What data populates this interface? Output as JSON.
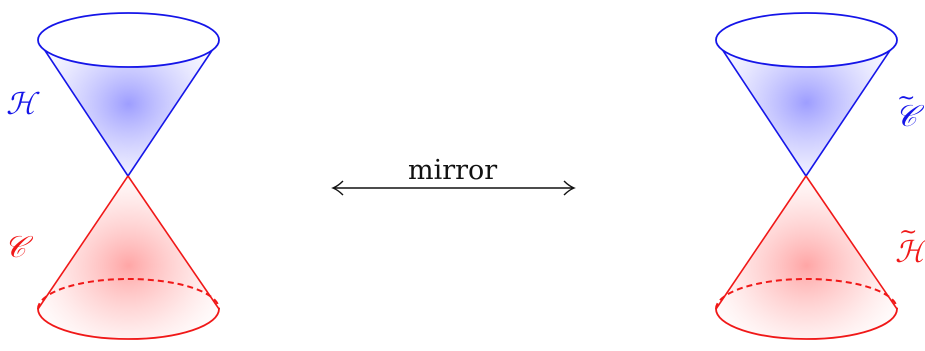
{
  "arrow_label": "mirror",
  "left_cone": {
    "top_label": "ℋ",
    "bottom_label": "𝒞"
  },
  "right_cone": {
    "top_label": "𝒞",
    "bottom_label": "ℋ",
    "tilde_mark": "~"
  },
  "colors": {
    "top_cone": "#1515e8",
    "bottom_cone": "#f01818"
  }
}
